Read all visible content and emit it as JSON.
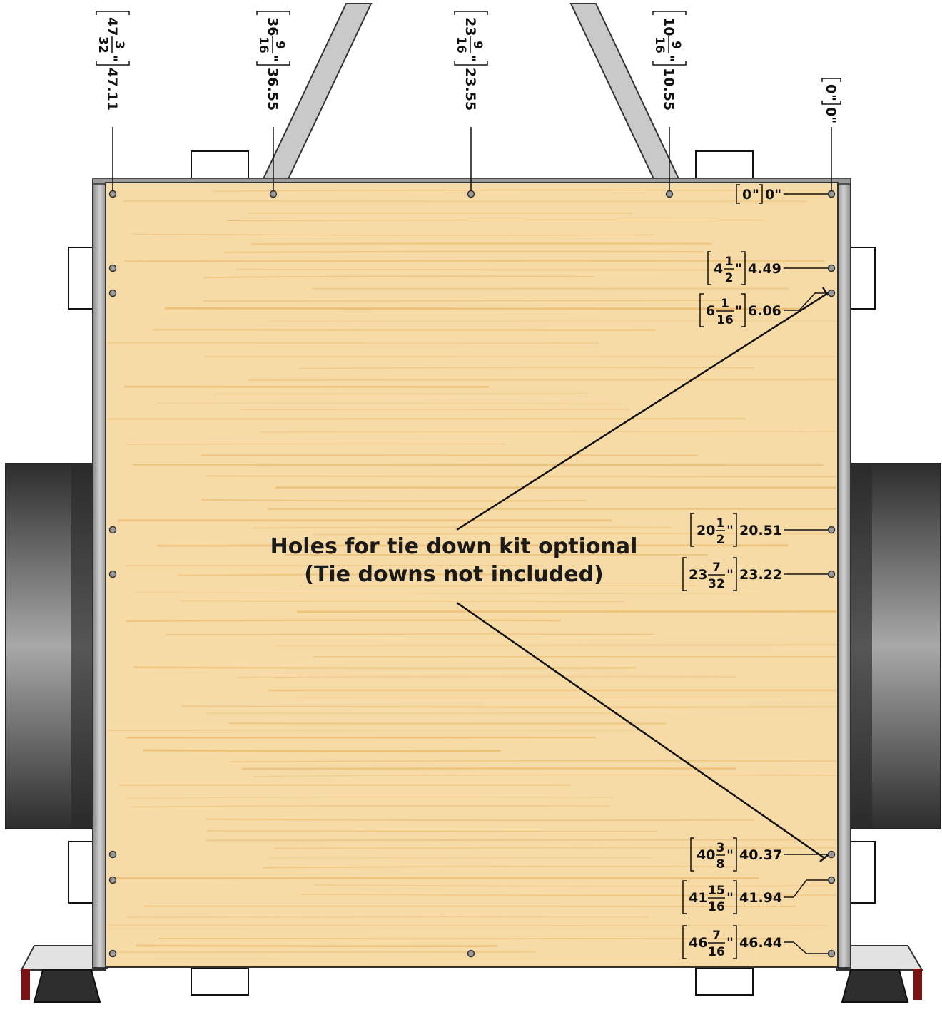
{
  "callout": {
    "line1": "Holes for tie down kit optional",
    "line2": "(Tie downs not included)"
  },
  "top_dimensions": [
    {
      "whole": "47",
      "num": "3",
      "den": "32",
      "decimal": "47.11"
    },
    {
      "whole": "36",
      "num": "9",
      "den": "16",
      "decimal": "36.55"
    },
    {
      "whole": "23",
      "num": "9",
      "den": "16",
      "decimal": "23.55"
    },
    {
      "whole": "10",
      "num": "9",
      "den": "16",
      "decimal": "10.55"
    },
    {
      "whole": "0",
      "num": "",
      "den": "",
      "decimal": "0\""
    }
  ],
  "right_dimensions": [
    {
      "whole": "0",
      "num": "",
      "den": "",
      "decimal": "0\""
    },
    {
      "whole": "4",
      "num": "1",
      "den": "2",
      "decimal": "4.49"
    },
    {
      "whole": "6",
      "num": "1",
      "den": "16",
      "decimal": "6.06"
    },
    {
      "whole": "20",
      "num": "1",
      "den": "2",
      "decimal": "20.51"
    },
    {
      "whole": "23",
      "num": "7",
      "den": "32",
      "decimal": "23.22"
    },
    {
      "whole": "40",
      "num": "3",
      "den": "8",
      "decimal": "40.37"
    },
    {
      "whole": "41",
      "num": "15",
      "den": "16",
      "decimal": "41.94"
    },
    {
      "whole": "46",
      "num": "7",
      "den": "16",
      "decimal": "46.44"
    }
  ],
  "inch_mark": "\"",
  "colors": {
    "wood": "#f7dba7",
    "grain": "#e9b96a",
    "frame": "#9a9a9a",
    "tire": "#3a3a3a",
    "line": "#111111"
  }
}
